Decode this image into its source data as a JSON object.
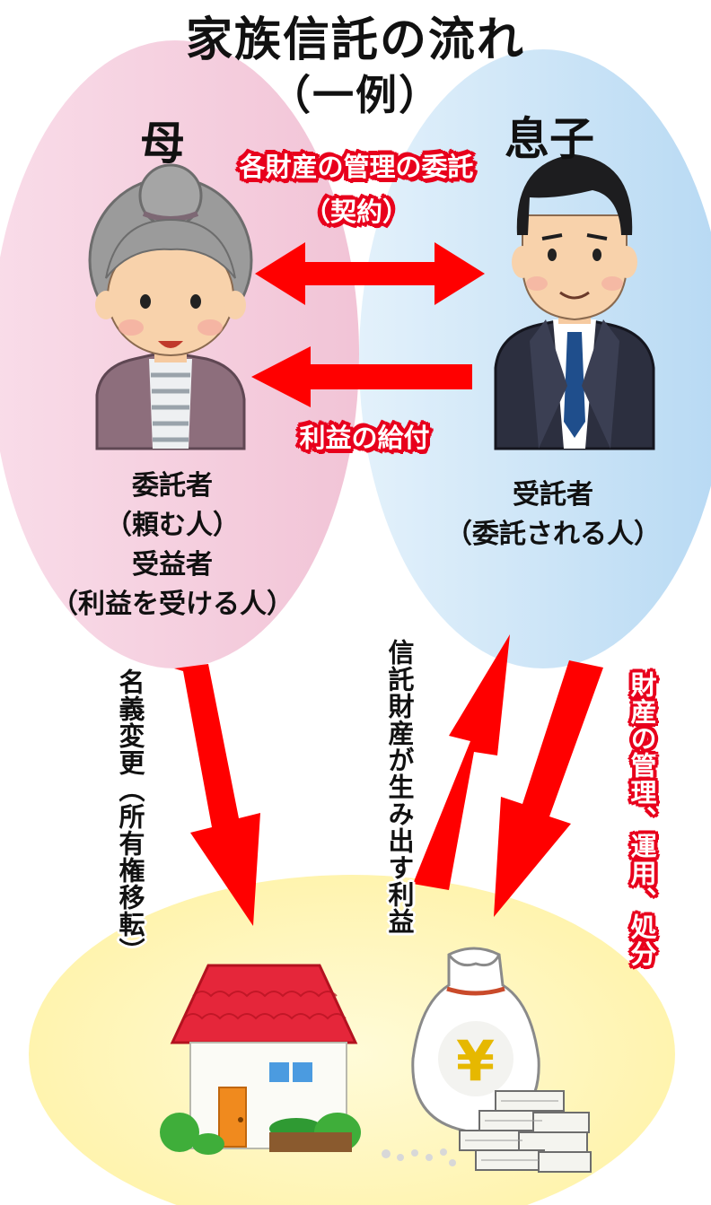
{
  "title": {
    "line1": "家族信託の流れ",
    "line2": "（一例）"
  },
  "mother": {
    "heading": "母",
    "role_line1": "委託者",
    "role_line2": "（頼む人）",
    "role_line3": "受益者",
    "role_line4": "（利益を受ける人）"
  },
  "son": {
    "heading": "息子",
    "role_line1": "受託者",
    "role_line2": "（委託される人）"
  },
  "arrows": {
    "contract_line1": "各財産の管理の委託",
    "contract_line2": "（契約）",
    "benefit": "利益の給付",
    "title_transfer": "名義変更（所有権移転）",
    "trust_income": "信託財産が生み出す利益",
    "management": "財産の管理、運用、処分"
  },
  "money_symbol": "¥",
  "colors": {
    "arrow_red": "#ff0000",
    "label_red": "#e8001c",
    "mother_circle": "#f2c6d8",
    "son_circle": "#bcdcf4",
    "property_circle": "#fff6b8"
  },
  "icons": {
    "mother": "elderly-woman-icon",
    "son": "businessman-icon",
    "house": "house-icon",
    "money": "money-bag-icon",
    "cash": "cash-stack-icon"
  }
}
